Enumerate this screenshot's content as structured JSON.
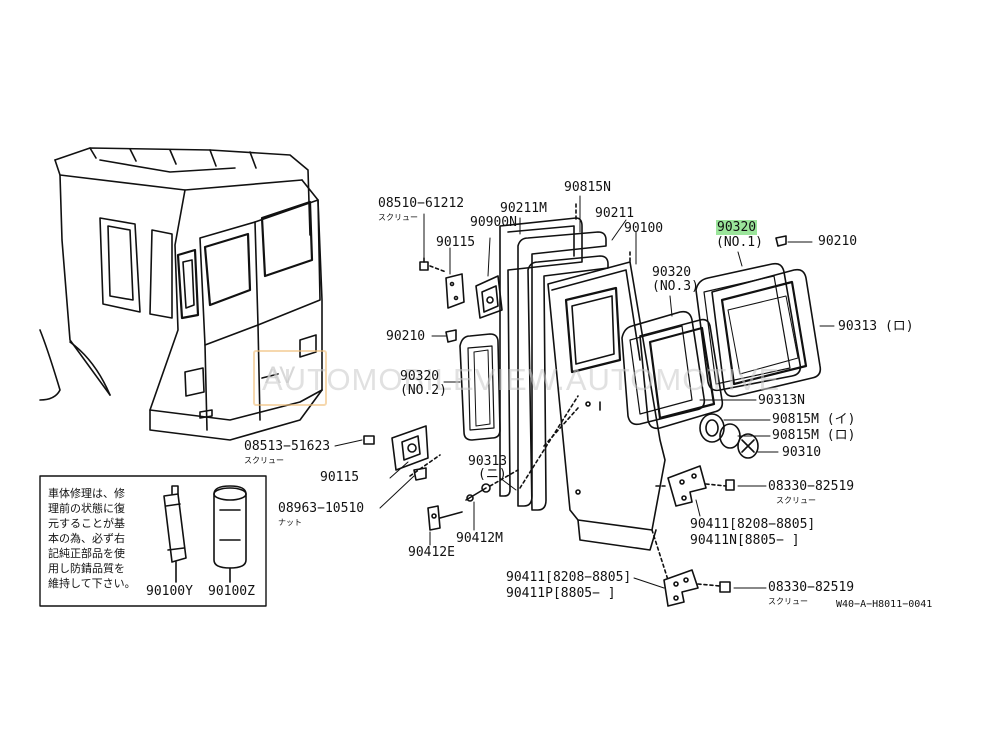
{
  "diagram": {
    "code": "W40−A−H8011−0041",
    "watermark": "AUTOMOBILEVIEW.AUTOMOTIVE",
    "watermark_logo": "AV",
    "note": {
      "lines": [
        "車体修理は、修",
        "理前の状態に復",
        "元することが基",
        "本の為、必ず右",
        "記純正部品を使",
        "用し防錆品質を",
        "維持して下さい。"
      ]
    },
    "parts": {
      "p08510": "08510−61212",
      "p08510_sub": "スクリュー",
      "p90115a": "90115",
      "p90210a": "90210",
      "p90320_2": "90320",
      "p90320_2_sub": "(NO.2)",
      "p08513": "08513−51623",
      "p08513_sub": "スクリュー",
      "p90115b": "90115",
      "p08963": "08963−10510",
      "p08963_sub": "ナット",
      "p90211m": "90211M",
      "p90900n": "90900N",
      "p90815n": "90815N",
      "p90211": "90211",
      "p90100": "90100",
      "p90320_1": "90320",
      "p90320_1_sub": "(NO.1)",
      "p90210b": "90210",
      "p90320_3": "90320",
      "p90320_3_sub": "(NO.3)",
      "p90313ro": "90313 (ロ)",
      "p90313n": "90313N",
      "p90815mi": "90815M (イ)",
      "p90815mro": "90815M (ロ)",
      "p90310": "90310",
      "p90313ni": "90313",
      "p90313ni_sub": "(ニ)",
      "p08330a": "08330−82519",
      "p08330a_sub": "スクリュー",
      "p90411a": "90411[8208−8805]",
      "p90411n": "90411N[8805−      ]",
      "p90412m": "90412M",
      "p90412e": "90412E",
      "p90411b": "90411[8208−8805]",
      "p90411p": "90411P[8805−      ]",
      "p08330b": "08330−82519",
      "p08330b_sub": "スクリュー",
      "p90100y": "90100Y",
      "p90100z": "90100Z"
    },
    "highlight_color": "#9be59b"
  }
}
